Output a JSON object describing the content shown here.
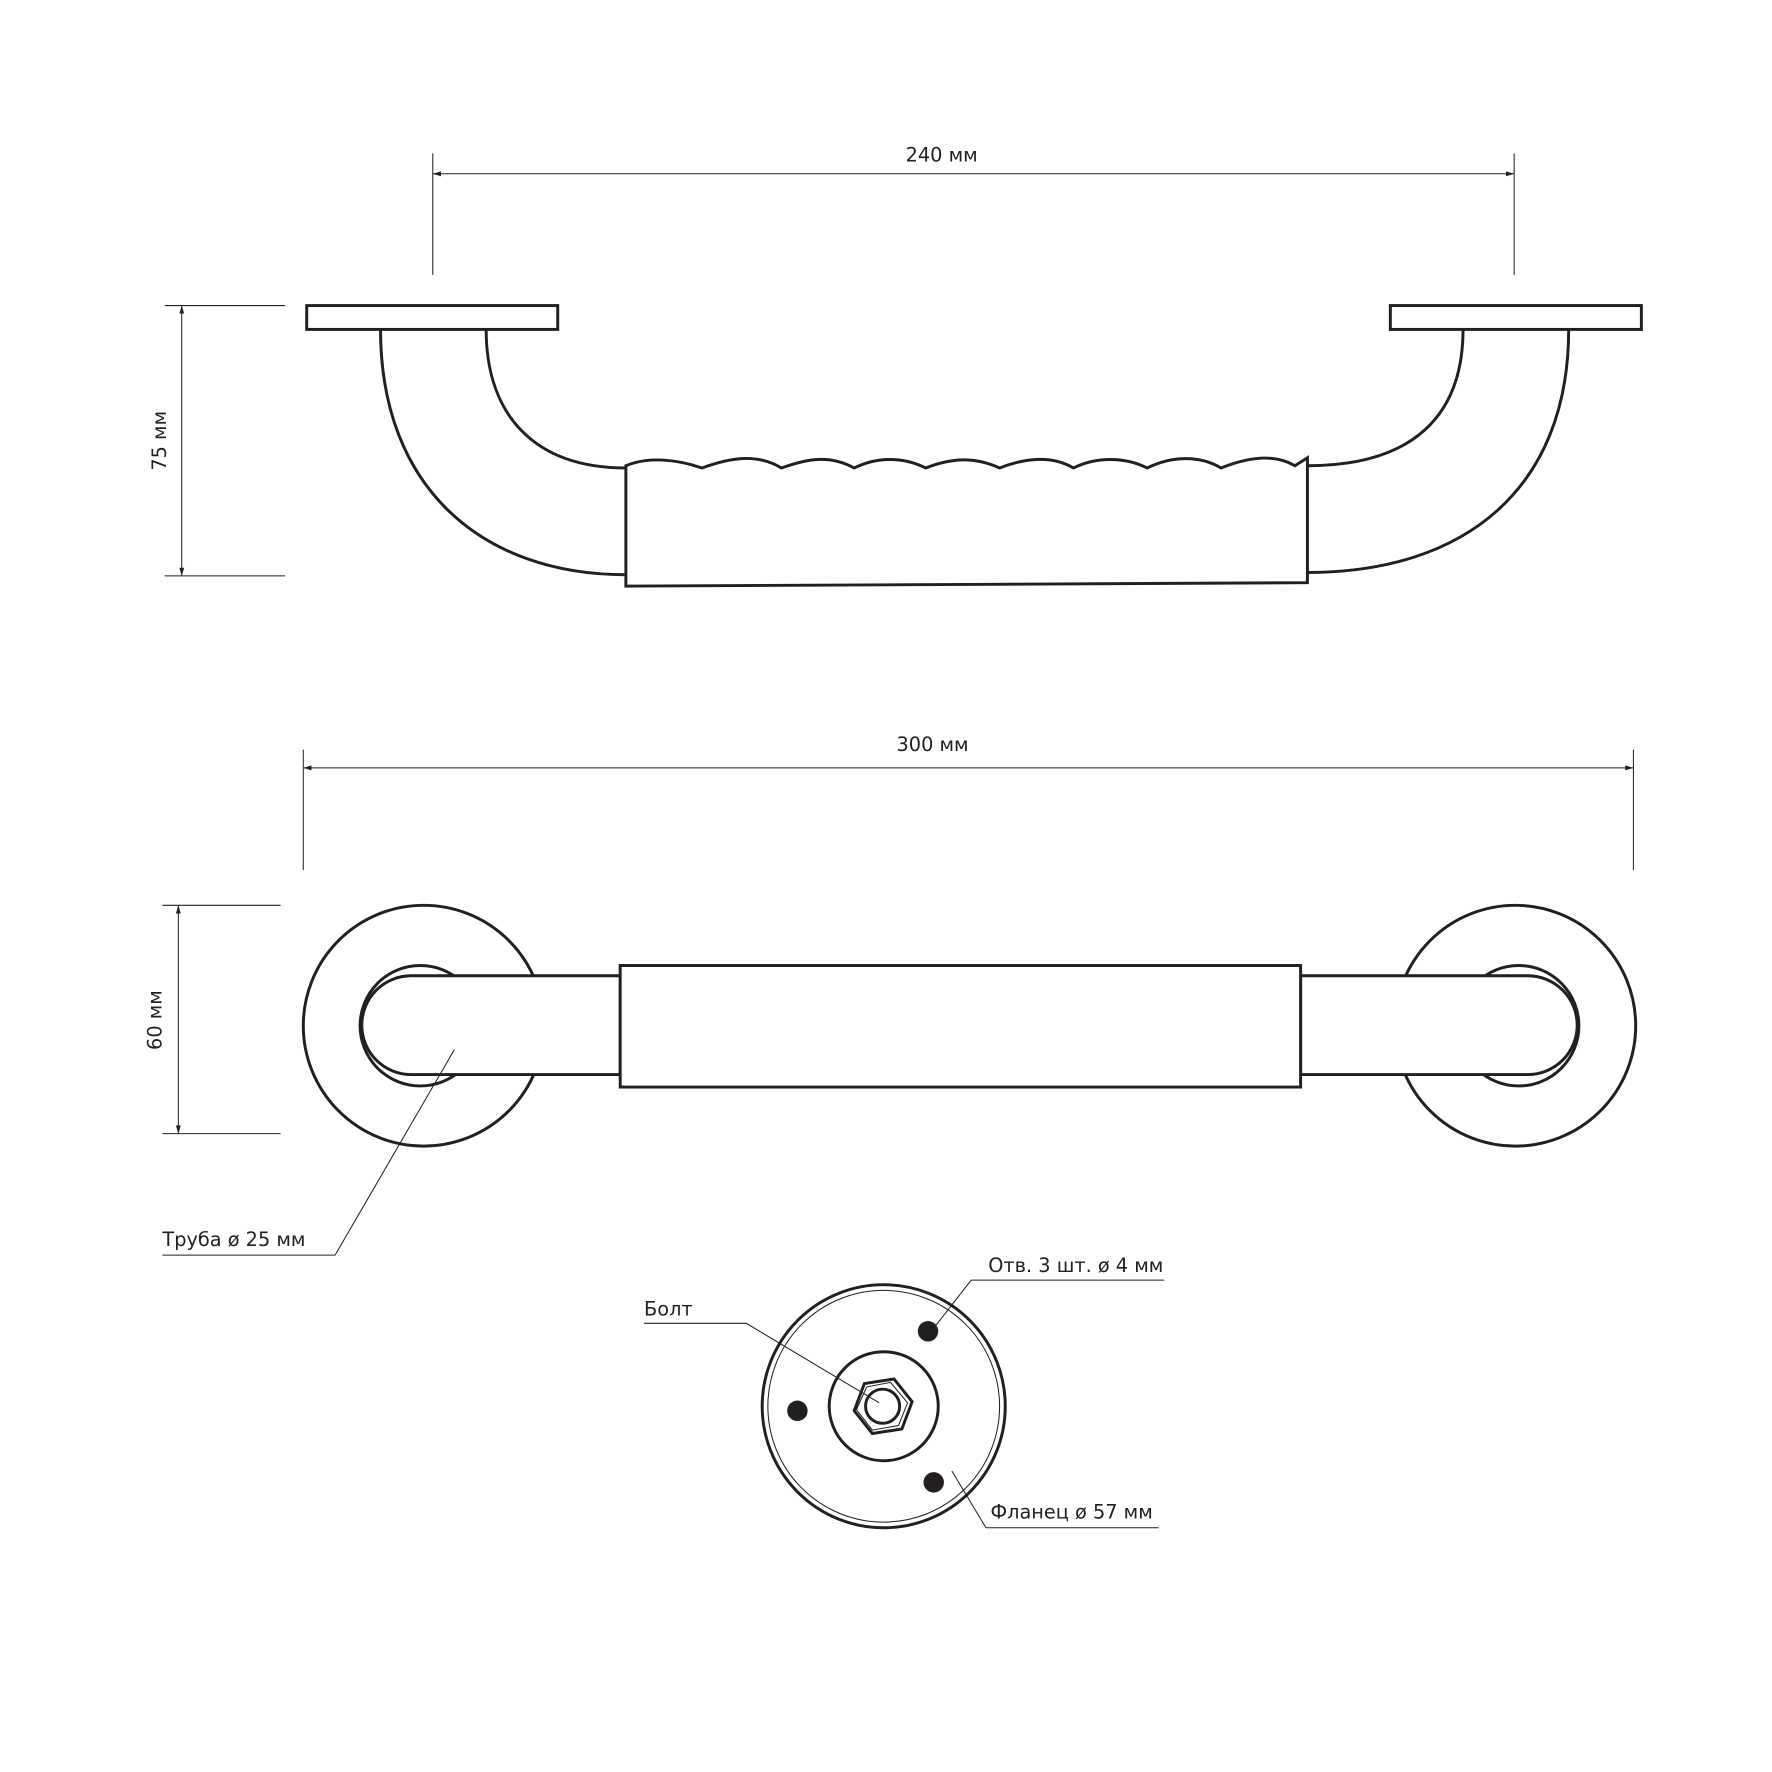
{
  "dimensions": {
    "mount_spacing": "240 мм",
    "depth": "75 мм",
    "overall_length": "300 мм",
    "flange_height": "60 мм"
  },
  "callouts": {
    "tube": "Труба ø 25 мм",
    "bolt": "Болт",
    "holes": "Отв. 3 шт. ø 4 мм",
    "flange": "Фланец ø 57 мм"
  },
  "colors": {
    "line": "#231f20",
    "background": "#ffffff"
  }
}
